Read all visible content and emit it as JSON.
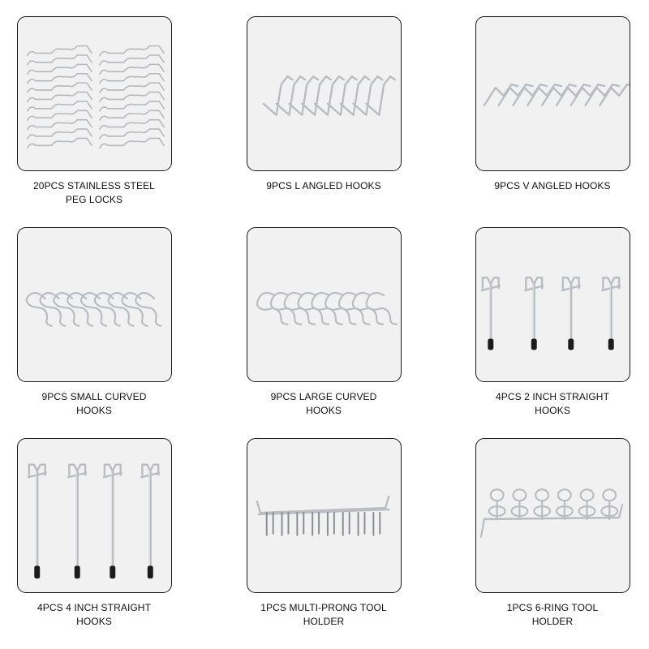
{
  "items": [
    {
      "line1": "20PCS STAINLESS STEEL",
      "line2": "PEG LOCKS",
      "product": "peg-locks"
    },
    {
      "line1": "9PCS L ANGLED HOOKS",
      "line2": "",
      "product": "l-angled-hooks"
    },
    {
      "line1": "9PCS V ANGLED HOOKS",
      "line2": "",
      "product": "v-angled-hooks"
    },
    {
      "line1": "9PCS SMALL CURVED",
      "line2": "HOOKS",
      "product": "small-curved-hooks"
    },
    {
      "line1": "9PCS LARGE CURVED",
      "line2": "HOOKS",
      "product": "large-curved-hooks"
    },
    {
      "line1": "4PCS 2 INCH STRAIGHT",
      "line2": "HOOKS",
      "product": "2-inch-straight-hooks"
    },
    {
      "line1": "4PCS 4 INCH STRAIGHT",
      "line2": "HOOKS",
      "product": "4-inch-straight-hooks"
    },
    {
      "line1": "1PCS MULTI-PRONG TOOL",
      "line2": "HOLDER",
      "product": "multi-prong-tool-holder"
    },
    {
      "line1": "1PCS 6-RING TOOL",
      "line2": "HOLDER",
      "product": "6-ring-tool-holder"
    }
  ],
  "colors": {
    "card_border": "#1a1a1a",
    "card_bg": "#f1f1f1",
    "metal": "#b9bcc0",
    "metal_dark": "#8a8d92",
    "rubber_tip": "#1c1c1c",
    "text": "#111111"
  }
}
